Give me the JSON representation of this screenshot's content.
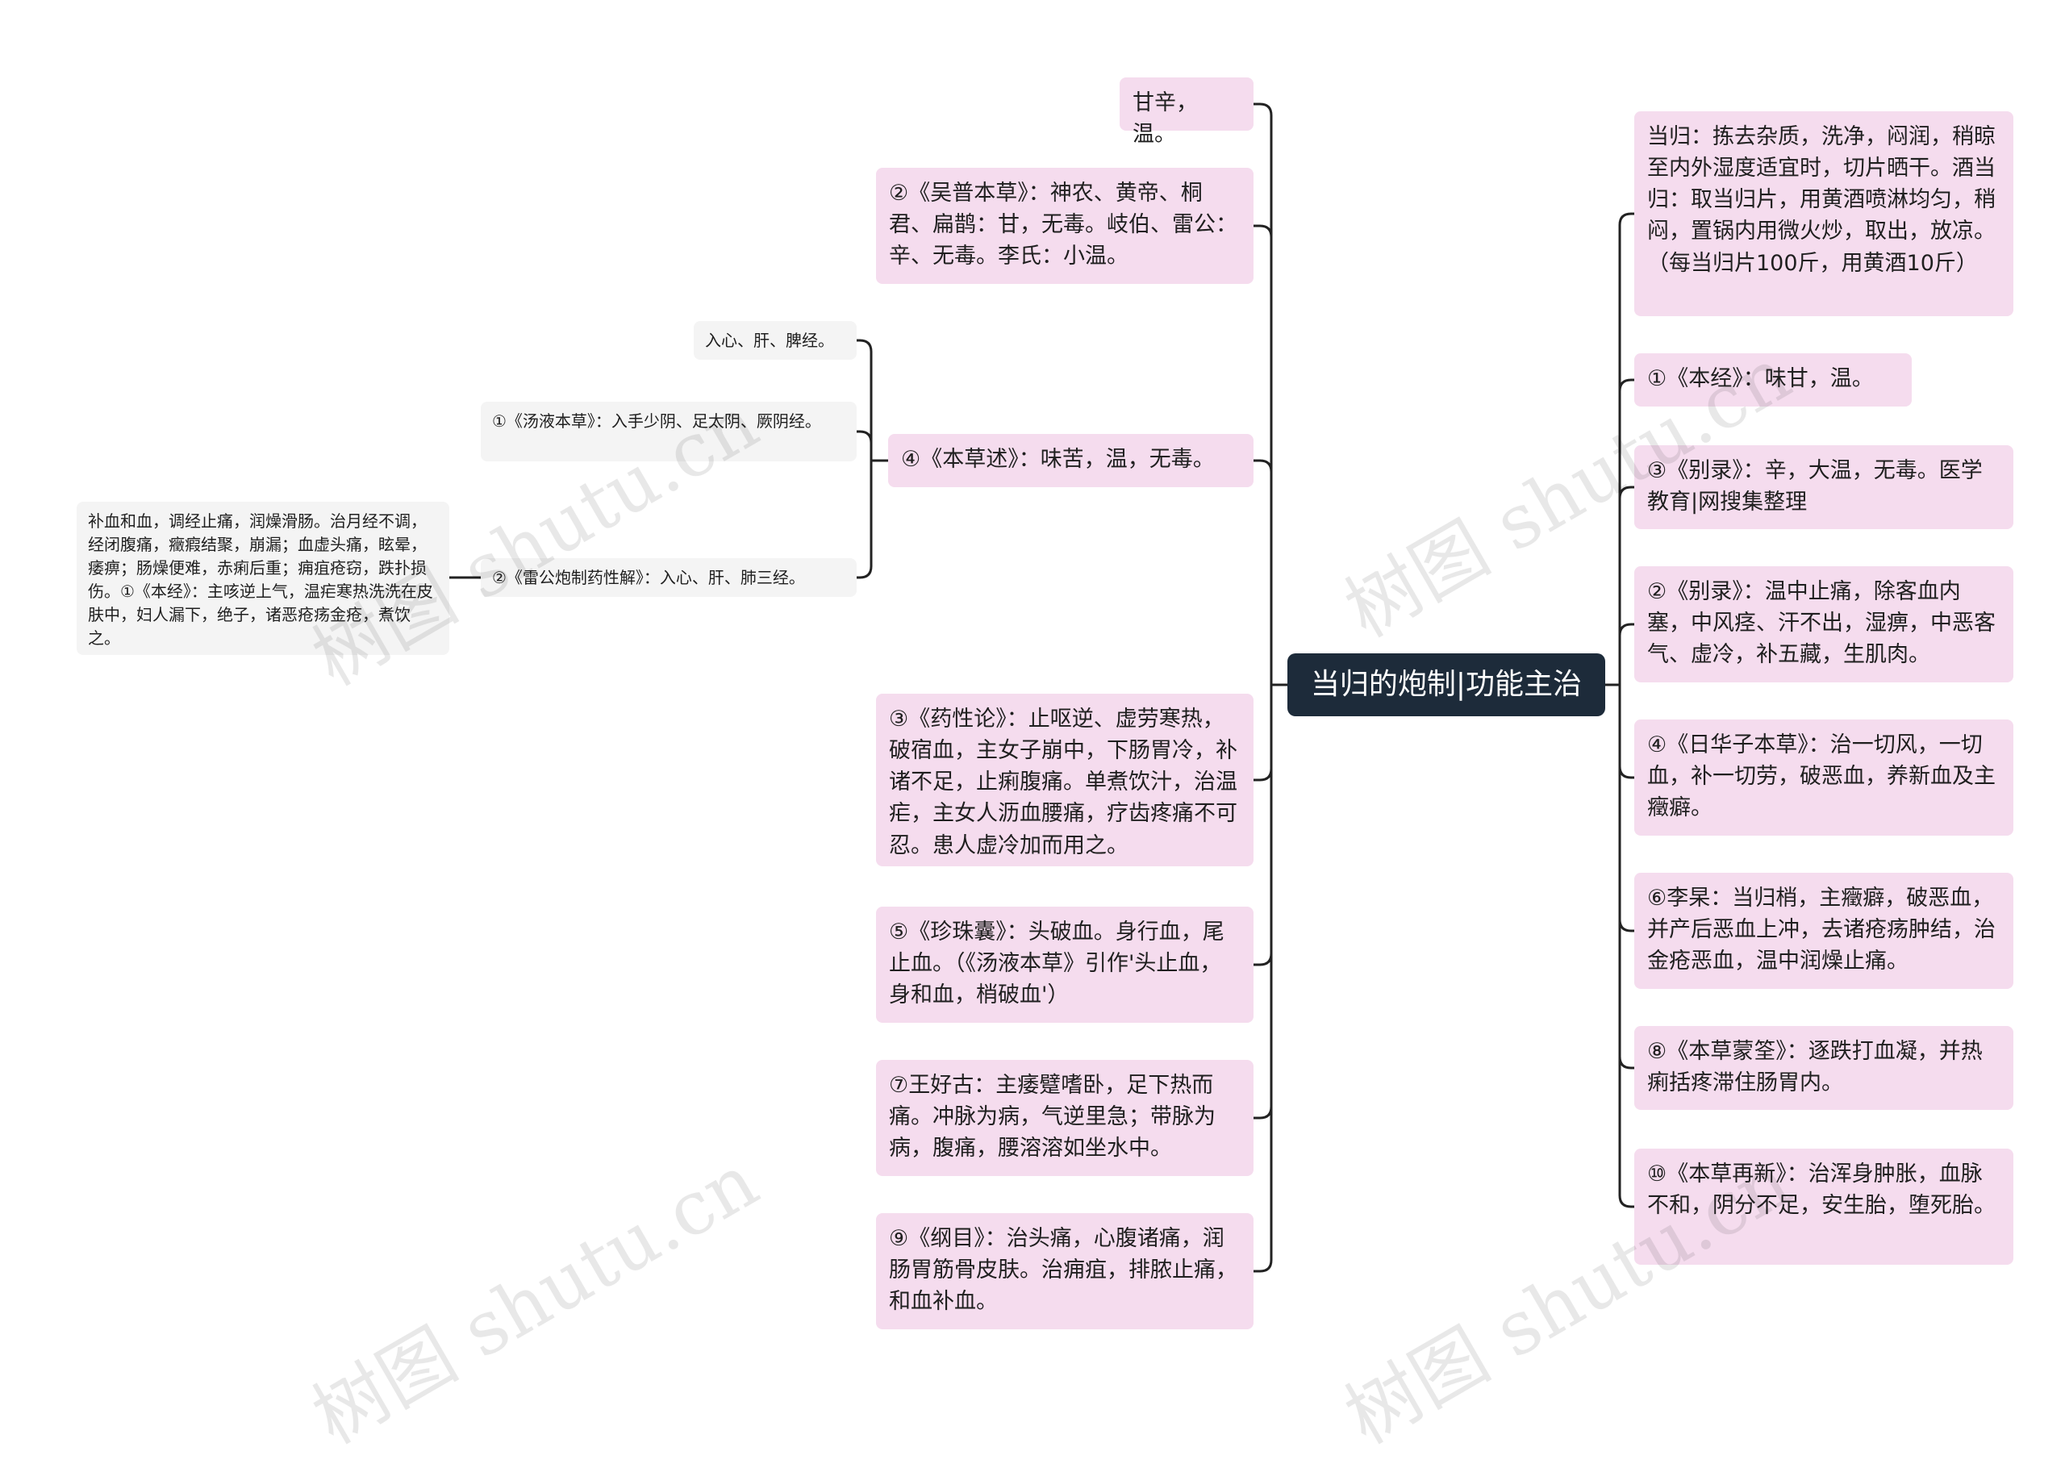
{
  "root": "当归的炮制|功能主治",
  "left": {
    "n1": "甘辛，温。",
    "n2": "②《吴普本草》：神农、黄帝、桐君、扁鹊：甘，无毒。岐伯、雷公：辛、无毒。李氏：小温。",
    "n3": "④《本草述》：味苦，温，无毒。",
    "n3_children": {
      "c1": "入心、肝、脾经。",
      "c2": "①《汤液本草》：入手少阴、足太阴、厥阴经。",
      "c3": "②《雷公炮制药性解》：入心、肝、肺三经。",
      "c3_child": "补血和血，调经止痛，润燥滑肠。治月经不调，经闭腹痛，癥瘕结聚，崩漏；血虚头痛，眩晕，痿痹；肠燥便难，赤痢后重；痈疽疮窃，跌扑损伤。①《本经》：主咳逆上气，温疟寒热洗洗在皮肤中，妇人漏下，绝子，诸恶疮疡金疮，煮饮之。"
    },
    "n4": "③《药性论》：止呕逆、虚劳寒热，破宿血，主女子崩中，下肠胃冷，补诸不足，止痢腹痛。单煮饮汁，治温疟，主女人沥血腰痛，疗齿疼痛不可忍。患人虚冷加而用之。",
    "n5": "⑤《珍珠囊》：头破血。身行血，尾止血。（《汤液本草》引作'头止血，身和血，梢破血'）",
    "n6": "⑦王好古：主痿躄嗜卧，足下热而痛。冲脉为病，气逆里急；带脉为病，腹痛，腰溶溶如坐水中。",
    "n7": "⑨《纲目》：治头痛，心腹诸痛，润肠胃筋骨皮肤。治痈疽，排脓止痛，和血补血。"
  },
  "right": {
    "n1": "当归：拣去杂质，洗净，闷润，稍晾至内外湿度适宜时，切片晒干。酒当归：取当归片，用黄酒喷淋均匀，稍闷，置锅内用微火炒，取出，放凉。（每当归片100斤，用黄酒10斤）",
    "n2": "①《本经》：味甘，温。",
    "n3": "③《别录》：辛，大温，无毒。医学教育|网搜集整理",
    "n4": "②《别录》：温中止痛，除客血内塞，中风痉、汗不出，湿痹，中恶客气、虚冷，补五藏，生肌肉。",
    "n5": "④《日华子本草》：治一切风，一切血，补一切劳，破恶血，养新血及主癥癖。",
    "n6": "⑥李杲：当归梢，主癥癖，破恶血，并产后恶血上冲，去诸疮疡肿结，治金疮恶血，温中润燥止痛。",
    "n7": "⑧《本草蒙筌》：逐跌打血凝，并热痢括疼滞住肠胃内。",
    "n8": "⑩《本草再新》：治浑身肿胀，血脉不和，阴分不足，安生胎，堕死胎。"
  },
  "watermark": "树图 shutu.cn",
  "colors": {
    "root_bg": "#1d2b3a",
    "node_bg": "#f5dcee",
    "grey_bg": "#f4f4f4",
    "line": "#222222"
  }
}
